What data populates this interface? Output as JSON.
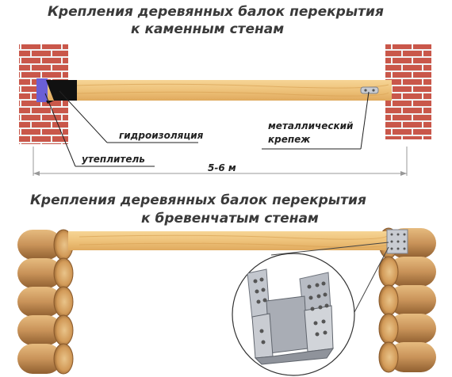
{
  "section_top": {
    "title_line1": "Крепления деревянных балок перекрытия",
    "title_line2": "к каменным стенам",
    "labels": {
      "waterproofing": "гидроизоляция",
      "insulation": "утеплитель",
      "metal_fastener_line1": "металлический",
      "metal_fastener_line2": "крепеж",
      "span": "5-6 м"
    }
  },
  "section_bottom": {
    "title_line1": "Крепления деревянных балок перекрытия",
    "title_line2": "к бревенчатым стенам"
  },
  "colors": {
    "brick": "#c9574a",
    "mortar": "#f2f2f2",
    "beam": "#eec27a",
    "beam_grain": "#d9a256",
    "log": "#d7a86a",
    "insulation": "#6a5fd6",
    "waterproofing": "#111111",
    "bracket": "#b8bcc4"
  }
}
